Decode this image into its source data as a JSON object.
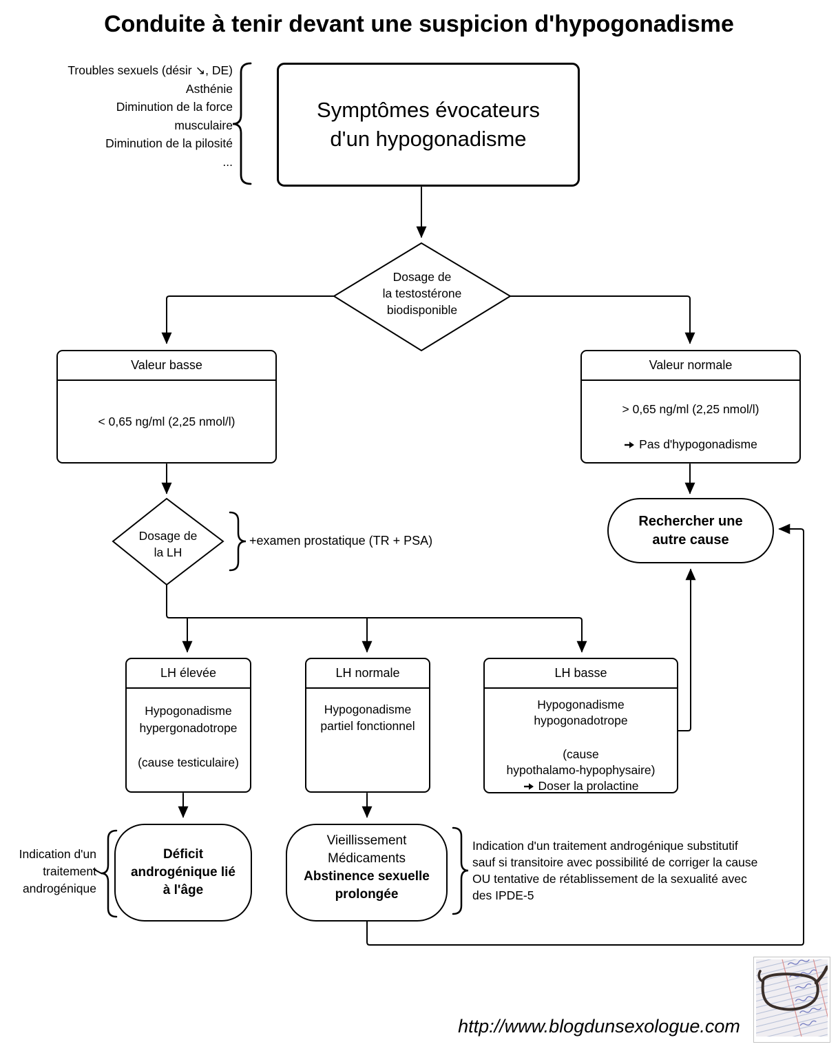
{
  "title": "Conduite à tenir devant une suspicion d'hypogonadisme",
  "colors": {
    "line": "#000000",
    "background": "#ffffff"
  },
  "symptom_note": {
    "lines": [
      "Troubles sexuels (désir ↘, DE)",
      "Asthénie",
      "Diminution de la force",
      "musculaire",
      "Diminution de la pilosité",
      "..."
    ]
  },
  "symptom_box": {
    "lines": [
      "Symptômes évocateurs",
      "d'un hypogonadisme"
    ]
  },
  "testosterone_diamond": {
    "lines": [
      "Dosage de",
      "la testostérone",
      "biodisponible"
    ]
  },
  "low_value": {
    "header": "Valeur basse",
    "value": "< 0,65 ng/ml (2,25 nmol/l)"
  },
  "normal_value": {
    "header": "Valeur normale",
    "value": "> 0,65 ng/ml (2,25 nmol/l)",
    "conclusion": "Pas d'hypogonadisme"
  },
  "lh_diamond": {
    "lines": [
      "Dosage de",
      "la LH"
    ]
  },
  "prostate_note": "+examen prostatique (TR + PSA)",
  "other_cause": {
    "lines": [
      "Rechercher une",
      "autre cause"
    ]
  },
  "lh_high": {
    "header": "LH élevée",
    "lines": [
      "Hypogonadisme",
      "hypergonadotrope"
    ],
    "cause": "(cause testiculaire)"
  },
  "lh_normal": {
    "header": "LH normale",
    "lines": [
      "Hypogonadisme",
      "partiel fonctionnel"
    ]
  },
  "lh_low": {
    "header": "LH basse",
    "lines": [
      "Hypogonadisme",
      "hypogonadotrope"
    ],
    "cause_lines": [
      "(cause",
      "hypothalamo-hypophysaire)"
    ],
    "action": "Doser la prolactine"
  },
  "treatment_note": {
    "lines": [
      "Indication d'un",
      "traitement",
      "androgénique"
    ]
  },
  "deficit_box": {
    "lines": [
      "Déficit",
      "androgénique lié",
      "à l'âge"
    ]
  },
  "functional_box": {
    "regular_lines": [
      "Vieillissement",
      "Médicaments"
    ],
    "bold_lines": [
      "Abstinence sexuelle",
      "prolongée"
    ]
  },
  "indication_note": {
    "lines": [
      "Indication d'un traitement androgénique substitutif",
      "sauf si transitoire avec possibilité de corriger la cause",
      "OU tentative de rétablissement de la sexualité avec",
      "des IPDE-5"
    ]
  },
  "footer": {
    "url": "http://www.blogdunsexologue.com"
  }
}
